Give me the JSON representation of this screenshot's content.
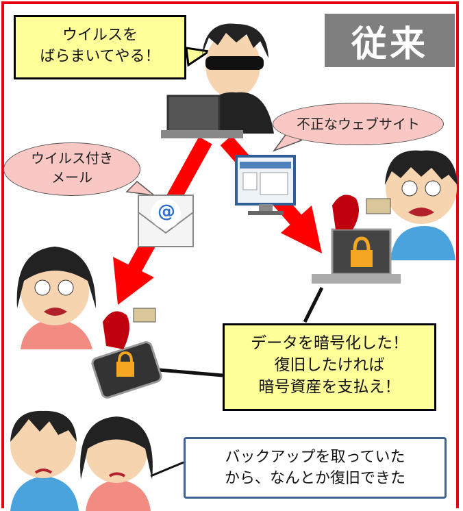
{
  "title": "従来",
  "hacker_speech": [
    "ウイルスを",
    "ばらまいてやる！"
  ],
  "site_bubble": "不正なウェブサイト",
  "mail_bubble": [
    "ウイルス付き",
    "メール"
  ],
  "ransom_note": [
    "データを暗号化した！",
    "復旧したければ",
    "暗号資産を支払え！"
  ],
  "backup_note": [
    "バックアップを取っていた",
    "から、なんとか復旧できた"
  ],
  "email_icon": "@",
  "colors": {
    "frame": "#e60012",
    "arrow": "#ff0000",
    "note_yellow": "#ffff99",
    "title_bg": "#7f7f7f",
    "bubble_pink": "#f9c8c4"
  }
}
